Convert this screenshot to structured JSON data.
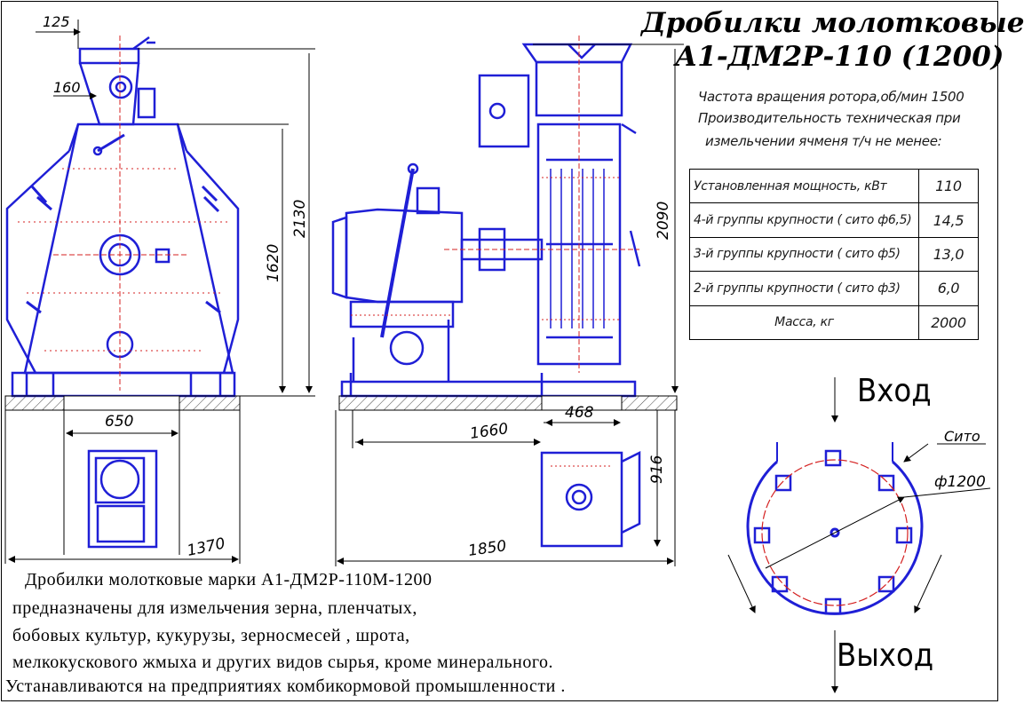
{
  "title": {
    "line1": "Дробилки  молотковые",
    "line2": "А1-ДМ2Р-110 (1200)"
  },
  "specs": [
    "Частота  вращения ротора,об/мин 1500",
    "Производительность техническая при",
    "измельчении ячменя  т/ч не менее:"
  ],
  "params_table": [
    {
      "label": "Установленная  мощность, кВт",
      "value": "110"
    },
    {
      "label": "4-й группы крупности ( сито ф6,5)",
      "value": "14,5"
    },
    {
      "label": "3-й группы крупности ( сито ф5)",
      "value": "13,0"
    },
    {
      "label": "2-й группы крупности ( сито ф3)",
      "value": "6,0"
    },
    {
      "label": "Масса,  кг",
      "value": "2000"
    }
  ],
  "dimensions": {
    "d125": "125",
    "d160": "160",
    "d1620": "1620",
    "d2130": "2130",
    "d650": "650",
    "d1370": "1370",
    "d2090": "2090",
    "d468": "468",
    "d1660": "1660",
    "d916": "916",
    "d1850": "1850",
    "sieve": "Сито",
    "diameter": "ф1200"
  },
  "flow_labels": {
    "inlet": "Вход",
    "outlet": "Выход"
  },
  "description": [
    "Дробилки  молотковые  марки   А1-ДМ2Р-110М-1200",
    "предназначены  для  измельчения  зерна,  пленчатых,",
    "бобовых  культур,  кукурузы,  зерносмесей ,  шрота,",
    "мелкокускового  жмыха  и  других  видов сырья, кроме  минерального.",
    "Устанавливаются  на предприятиях  комбикормовой  промышленности ."
  ],
  "colors": {
    "drawing_blue": "#1f1fd6",
    "centerline_red": "#d42020",
    "ink": "#000000"
  }
}
